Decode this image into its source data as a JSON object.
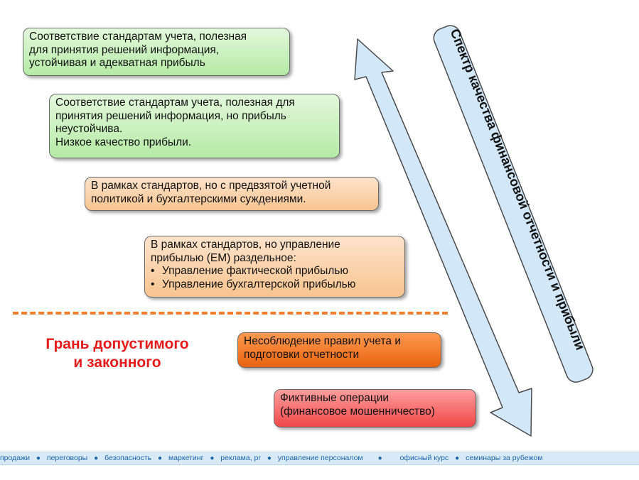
{
  "boxes": {
    "box1": {
      "lines": [
        "Соответствие стандартам учета, полезная",
        "для принятия решений информация,",
        "устойчивая и адекватная прибыль"
      ]
    },
    "box2": {
      "lines": [
        "Соответствие стандартам учета, полезная для",
        "принятия решений информация, но прибыль",
        "неустойчива.",
        "Низкое качество прибыли."
      ]
    },
    "box3": {
      "lines": [
        "В рамках стандартов, но с предвзятой учетной",
        "политикой и бухгалтерскими суждениями."
      ]
    },
    "box4": {
      "lines": [
        "В рамках стандартов, но управление",
        "прибылью (EM) раздельное:"
      ],
      "bullets": [
        "Управление фактической прибылью",
        "Управление бухгалтерской прибылью"
      ]
    },
    "box5": {
      "lines": [
        "Несоблюдение правил учета и",
        "подготовки отчетности"
      ]
    },
    "box6": {
      "lines": [
        "Фиктивные операции",
        "(финансовое мошенничество)"
      ]
    }
  },
  "limit_label": {
    "line1": "Грань допустимого",
    "line2": "и законного"
  },
  "arrow_label": "Спектр качества финансовой отчетности и прибыли",
  "footer": {
    "items": [
      "продажи",
      "переговоры",
      "безопасность",
      "маркетинг",
      "реклама, pr",
      "управление персоналом",
      "",
      "офисный курс",
      "семинары за рубежом"
    ],
    "separator": "●"
  },
  "colors": {
    "green_box": "#b5eaa5",
    "peach_box": "#f8c48f",
    "orange_box": "#e8630f",
    "red_box": "#f04848",
    "divider": "#f07e2e",
    "limit_text": "#e51b1b",
    "arrow_fill": "#d2e7f8",
    "footer_bg": "#d8e9f7",
    "footer_text": "#1f66a8"
  }
}
